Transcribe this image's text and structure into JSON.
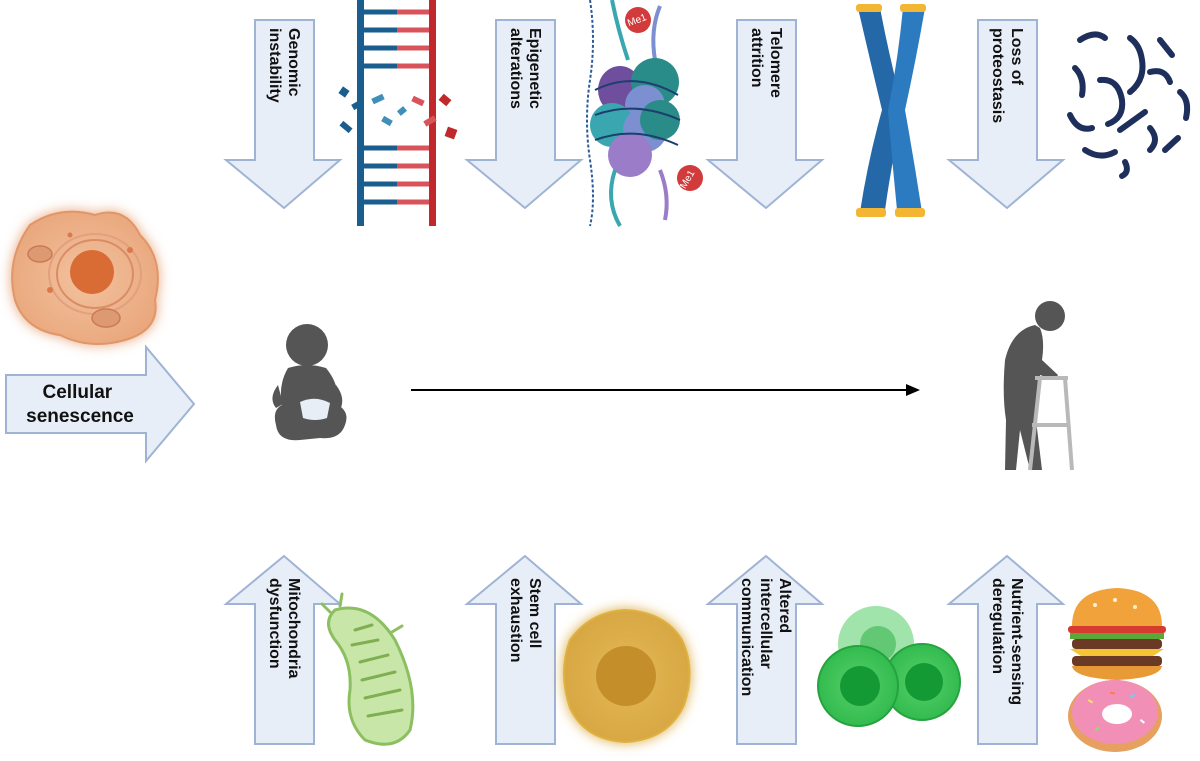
{
  "hallmarks_top": [
    {
      "line1": "Genomic",
      "line2": "instability",
      "line3": "",
      "icon": "dna-break-icon"
    },
    {
      "line1": "Epigenetic",
      "line2": "alterations",
      "line3": "",
      "icon": "nucleosome-icon"
    },
    {
      "line1": "Telomere",
      "line2": "attrition",
      "line3": "",
      "icon": "chromosome-icon"
    },
    {
      "line1": "Loss of",
      "line2": "proteostasis",
      "line3": "",
      "icon": "misfolded-protein-icon"
    }
  ],
  "hallmarks_bottom": [
    {
      "line1": "Mitochondria",
      "line2": "dysfunction",
      "line3": "",
      "icon": "mitochondrion-icon"
    },
    {
      "line1": "Stem cell",
      "line2": "exhaustion",
      "line3": "",
      "icon": "stem-cell-icon"
    },
    {
      "line1": "Altered",
      "line2": "intercellular",
      "line3": "communication",
      "icon": "cell-cluster-icon"
    },
    {
      "line1": "Nutrient-sensing",
      "line2": "deregulation",
      "line3": "",
      "icon": "food-icon"
    }
  ],
  "left_hallmark": {
    "line1": "Cellular",
    "line2": "senescence",
    "icon": "senescent-cell-icon"
  },
  "methyl_tag": "Me1",
  "colors": {
    "arrow_fill": "#e8eef8",
    "arrow_stroke": "#9fb3d5",
    "dna_blue": "#1a5e8f",
    "dna_red": "#c0282c",
    "human_silhouette": "#555555",
    "timeline": "#000000"
  },
  "figures": {
    "start": "baby-silhouette-icon",
    "end": "elderly-with-walker-icon"
  }
}
